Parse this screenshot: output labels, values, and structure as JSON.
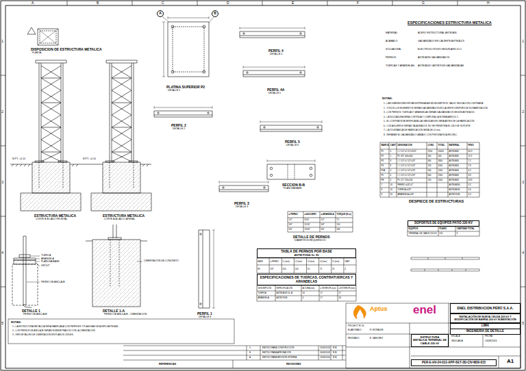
{
  "diagram": {
    "nodes": [
      {
        "text": [
          "A"
        ]
      },
      {
        "text": [
          "B"
        ]
      },
      {
        "text": [
          "TABLA DE PERNOS POR BASE",
          "ASTM F1554 Gr. 55"
        ]
      },
      {
        "text": [
          "ESPECIFICACIONES DE TUERCAS, CONTRATUERCAS Y ARANDELAS"
        ]
      },
      {
        "text": [
          "SOPORTES DE EQUIPOS PATIO 220 KV"
        ]
      },
      {
        "text": [
          "ENEL DISTRIBUCION PERÚ S.A.A."
        ]
      },
      {
        "text": [
          "INSTALACIÓN DE NUEVA CELDA 220 kV Y MODIFICACIÓN DE BARRA 220 kV SUBESTACIÓN"
        ]
      },
      {
        "text": [
          "LIMA"
        ]
      },
      {
        "text": [
          "INGENIERÍA DE DETALLE"
        ]
      },
      {
        "text": [
          "ESTRUCTURA METÁLICA TERMINAL DE CABLE 220 kV"
        ]
      },
      {
        "text": [
          "PER-E-HV-24-012-APP-SET-3D-CIV-M20-015"
        ]
      }
    ],
    "labels": [
      "A",
      "B",
      "C",
      "D",
      "E",
      "F",
      "G",
      "H",
      "1",
      "2",
      "3",
      "4",
      "5",
      "1",
      "2",
      "3",
      "4",
      "5",
      "DISPOSICION DE ESTRUCTURA METALICA",
      "PLANTA",
      "PLATINA SUPERIOR P2",
      "DETALLE 5",
      "PERFIL 4",
      "DETALLE 4",
      "PERFIL 4A",
      "DETALLE 5",
      "PERFIL 2",
      "DETALLE 2",
      "PERFIL 5",
      "DETALLE 6",
      "SECCION B-B",
      "PLANCHA BASE",
      "PERFIL 3",
      "DETALLE 3",
      "DETALLE DE PERNOS",
      "DIAMETROS REQUERIDOS",
      "ESTRUCTURA METALICA",
      "CORTE B-B LADO FRONTAL",
      "ESTRUCTURA METALICA",
      "CORTE A-A LADO LATERAL",
      "DETALLE 1",
      "PERNO DE ANCLAJE",
      "DETALLE 1-A",
      "PERNO DE ANCLAJE - CIMENTACION",
      "PERFIL 1",
      "DETALLE 8",
      "ESPECIFICACIONES ESTRUCTURA METALICA",
      "MATERIAL:",
      "ACERO ESTRUCTURAL ASTM A36",
      "ACABADO:",
      "GALVANIZADO EN CALIENTE ASTM A123",
      "SOLDADURA:",
      "ELECTRODO E70XX SEGÚN AWS D1.1",
      "PERNOS:",
      "ASTM A394 GALVANIZADOS",
      "TUERCAS Y ARANDELAS:",
      "ASTM A563 / ASTM F436 GALVANIZADAS",
      "NOTAS:",
      "1.- LAS DIMENSIONES ESTÁN EXPRESADAS EN MILÍMETROS, SALVO INDICACIÓN CONTRARIA.",
      "2.- TODOS LOS ELEMENTOS SERÁN GALVANIZADOS EN CALIENTE DESPUÉS DE SU FABRICACIÓN.",
      "3.- LOS PERNOS, TUERCAS Y ARANDELAS SERÁN GALVANIZADOS SEGÚN ASTM A153.",
      "4.- LA SOLDADURA SERÁ CONTINUA Y CUMPLIRÁ LA NORMA AWS D1.1.",
      "5.- EL CONTRATISTA VERIFICARÁ LAS MEDIDAS EN OBRA ANTES DE LA FABRICACIÓN.",
      "6.- LOS AGUJEROS SERÁN TALADRADOS, NO SE PERMITIRÁ EL USO DE SOPLETE.",
      "7.- LA TOLERANCIA DE FABRICACIÓN SERÁ DE ±2 mm.",
      "8.- REPARAR EL GALVANIZADO DAÑADO CON PINTURA RICA EN ZINC.",
      "MARCA",
      "CANT.",
      "DESIGNACION",
      "LONG.",
      "TOTAL",
      "MATERIAL",
      "PESO",
      "P1",
      "4",
      "L 2 1/2\"x2 1/2\"x3/16\"",
      "2500",
      "10000",
      "ASTM A36",
      "60.3",
      "P2",
      "1",
      "PL 3/8\" 400x400",
      "400",
      "400",
      "ASTM A36",
      "11.9",
      "P3",
      "8",
      "L 1 1/2\"x1 1/2\"x1/8\"",
      "480",
      "3840",
      "ASTM A36",
      "7.2",
      "P4",
      "8",
      "L 1 1/2\"x1 1/2\"x1/8\"",
      "520",
      "4160",
      "ASTM A36",
      "7.8",
      "P4A",
      "4",
      "L 1 1/2\"x1 1/2\"x1/8\"",
      "560",
      "2240",
      "ASTM A36",
      "4.2",
      "P5",
      "4",
      "L 1 1/2\"x1 1/2\"x1/8\"",
      "640",
      "2560",
      "ASTM A36",
      "4.8",
      "PB",
      "4",
      "PL 1/2\" 250x250",
      "250",
      "1000",
      "ASTM A36",
      "24.8",
      "7",
      "16",
      "PERNO ø5/8\"x2\"",
      "-",
      "-",
      "ASTM A394",
      "3.2",
      "8",
      "16",
      "TUERCA ø5/8\"",
      "-",
      "-",
      "ASTM A563",
      "0.9",
      "9",
      "16",
      "ARANDELA ø5/8\"",
      "-",
      "-",
      "ASTM F436",
      "0.4",
      "DESPIECE DE ESTRUCTURAS",
      "EQUIPOS",
      "PLANO",
      "CANTIDAD TOTAL",
      "TERMINAL DE CABLE 220 kV",
      "015",
      "3",
      "ø PERNO",
      "ø AGUJERO",
      "ø ARANDELA",
      "TORQUE (N·m)",
      "1/2\"",
      "9/16\"",
      "1/2\"",
      "75",
      "5/8\"",
      "11/16\"",
      "5/8\"",
      "150",
      "3/4\"",
      "13/16\"",
      "3/4\"",
      "260",
      "BASE",
      "ø PERNO",
      "L1 (mm)",
      "L2 (mm)",
      "L3 (mm)",
      "L4 (mm)",
      "L5 (mm)",
      "CANT.",
      "B1",
      "5/8\"",
      "450",
      "100",
      "50",
      "75",
      "25",
      "4",
      "DESCRIPCIÓN",
      "ESPECIFICACIÓN",
      "ALTURA (mm)",
      "ø INTERIOR (mm)",
      "ø EXTERIOR (mm)",
      "TUERCA",
      "ASTM A563 Gr. A",
      "16",
      "17",
      "27",
      "ARANDELA",
      "ASTM F436",
      "4",
      "17",
      "34",
      "NOTAS:",
      "1.- LA ESTRUCTURA METÁLICA SERÁ FABRICADA CON PERFILES Y PLANCHAS DE ACERO ASTM A36.",
      "2.- LOS PERNOS DE ANCLAJE SERÁN SUMINISTRADOS CON LA CIMENTACIÓN.",
      "3.- VER DETALLES DE CIMENTACIÓN EN PLANOS CIVILES.",
      "N.P.T. +0.10",
      "N.P.T. +0.10",
      "TUERCA",
      "ARANDELA",
      "PLANCHA BASE",
      "GROUT",
      "PERNO DE ANCLAJE",
      "CIMENTACIÓN DE CONCRETO",
      "Aptus",
      "enel",
      "PROJECT Nº 20",
      "ELABORADO",
      "R. MORALES",
      "REVISADO",
      "E. SANCHEZ",
      "ESCALA",
      "INDICADA",
      "FECHA",
      "13/08/2024",
      "A1",
      "0",
      "EMITIDO PARA CONSTRUCCIÓN",
      "20/09/2024",
      "R.M.",
      "B",
      "EMITIDO PARA APROBACIÓN",
      "30/08/2024",
      "R.M.",
      "A",
      "EMITIDO PARA REVISIÓN INTERNA",
      "13/08/2024",
      "R.M.",
      "REFERENCIAS",
      "REVISIONES"
    ]
  }
}
